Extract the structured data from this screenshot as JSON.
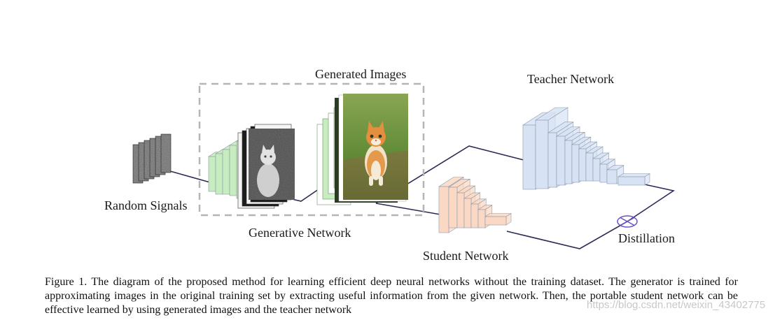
{
  "labels": {
    "random_signals": "Random Signals",
    "generated_images": "Generated Images",
    "generative_network": "Generative Network",
    "teacher_network": "Teacher Network",
    "student_network": "Student Network",
    "distillation": "Distillation"
  },
  "caption": "Figure 1. The diagram of the proposed method for learning efficient deep neural networks without the training dataset. The generator is trained for approximating images in the original training set by extracting useful information from the given network. Then, the portable student network can be effective learned by using generated images and the teacher network",
  "watermark": "https://blog.csdn.net/weixin_43402775",
  "colors": {
    "generator_layers": "#c7ecc0",
    "teacher_layers": "#d7e3f5",
    "student_layers": "#fbd8c3",
    "connector": "#2d2a55",
    "distillation_symbol": "#6b50c8",
    "dashed_box": "#b5b5b5"
  }
}
